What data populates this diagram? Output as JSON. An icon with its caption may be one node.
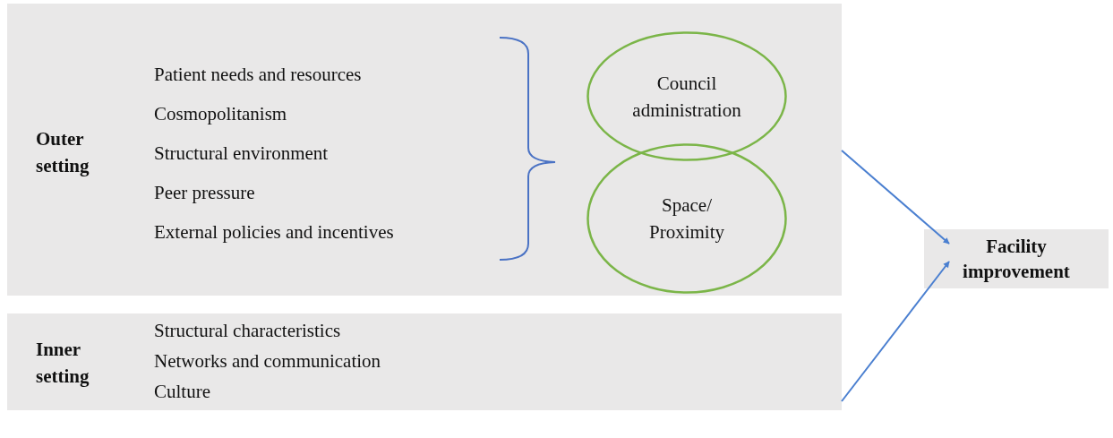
{
  "diagram": {
    "nodes": [
      {
        "text": [
          "Outer setting",
          "Patient needs and resources",
          "Cosmopolitanism",
          "Structural environment",
          "Peer pressure",
          "External policies and incentives"
        ]
      },
      {
        "text": [
          "Council administration"
        ],
        "in": 0
      },
      {
        "text": [
          "Space/ Proximity"
        ],
        "in": 0
      },
      {
        "text": [
          "Inner setting",
          "Structural characteristics",
          "Networks and communication",
          "Culture"
        ]
      },
      {
        "text": [
          "Facility improvement"
        ]
      }
    ],
    "edges": [
      {
        "from": 0,
        "to": 4,
        "arrow": "to"
      },
      {
        "from": 3,
        "to": 4,
        "arrow": "to"
      }
    ]
  }
}
